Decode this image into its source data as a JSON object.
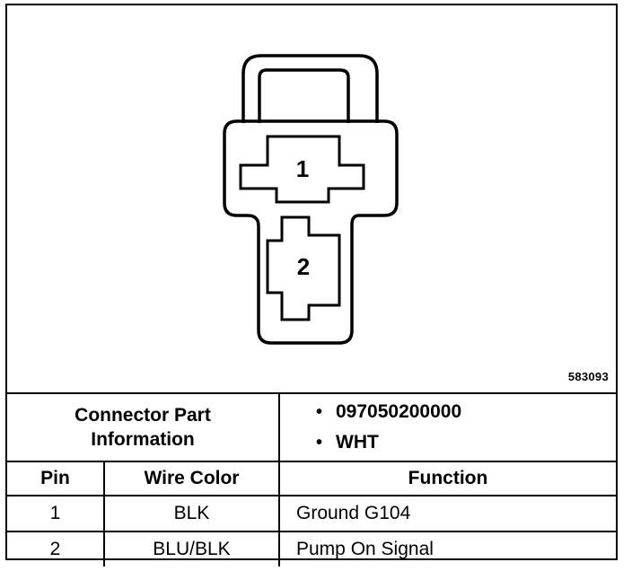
{
  "figure_id": "583093",
  "connector": {
    "pin_labels": [
      "1",
      "2"
    ]
  },
  "part_info": {
    "label_line1": "Connector Part",
    "label_line2": "Information",
    "values": [
      "097050200000",
      "WHT"
    ]
  },
  "table": {
    "headers": [
      "Pin",
      "Wire Color",
      "Function"
    ],
    "rows": [
      {
        "pin": "1",
        "wire_color": "BLK",
        "function": "Ground G104"
      },
      {
        "pin": "2",
        "wire_color": "BLU/BLK",
        "function": "Pump On Signal"
      }
    ]
  }
}
